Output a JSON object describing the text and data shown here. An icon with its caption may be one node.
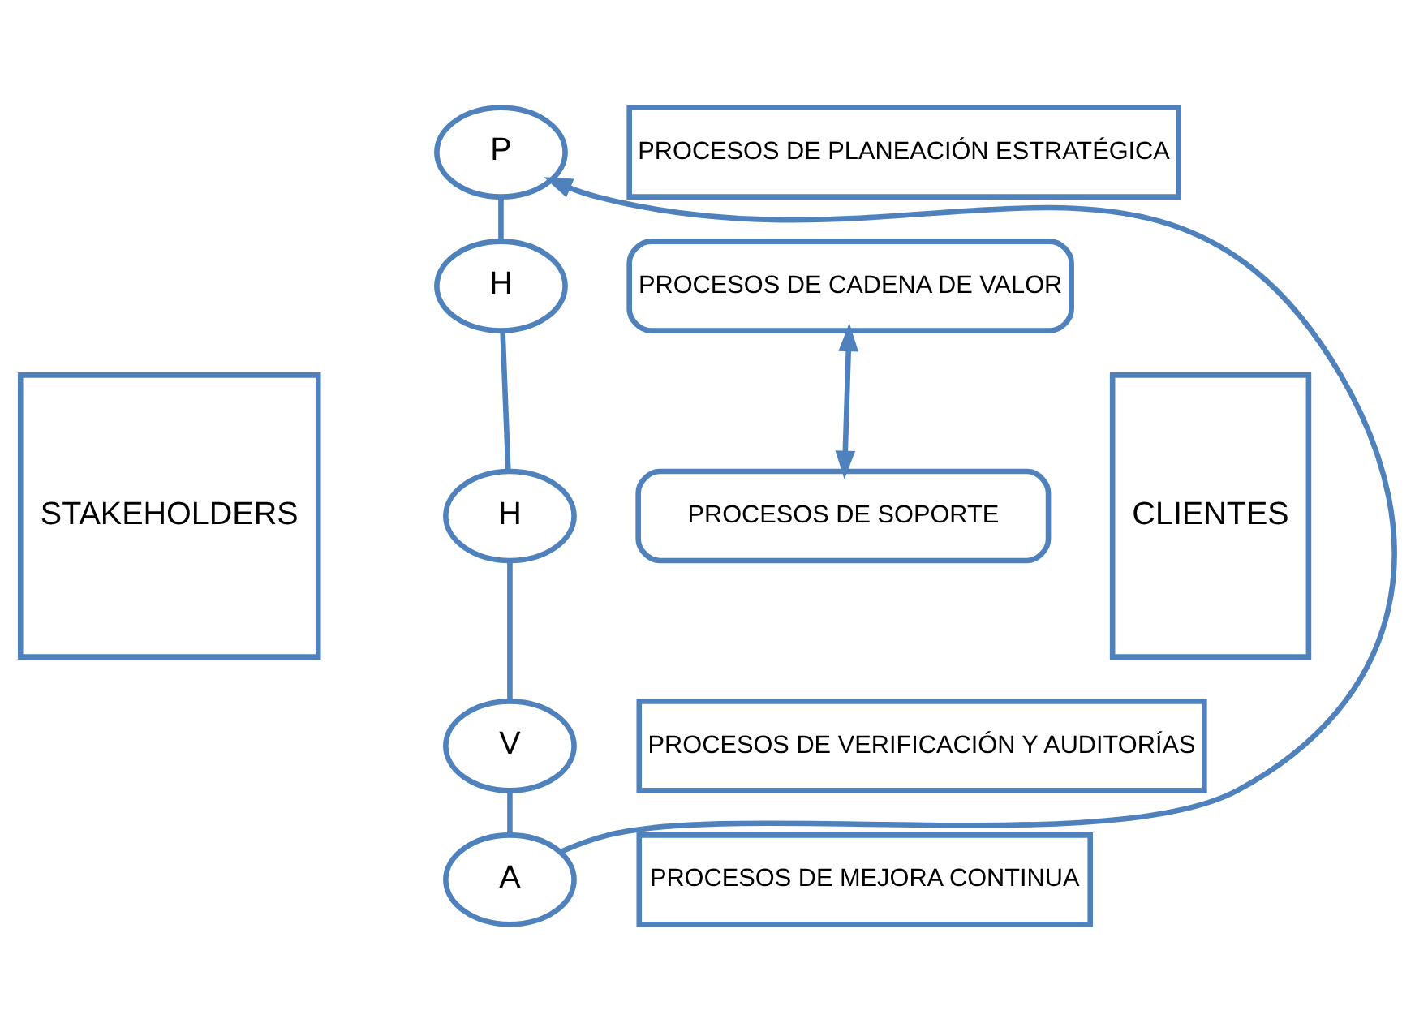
{
  "diagram": {
    "nodes": [
      {
        "text": [
          "STAKEHOLDERS"
        ]
      },
      {
        "text": [
          "P"
        ]
      },
      {
        "text": [
          "H"
        ]
      },
      {
        "text": [
          "H"
        ]
      },
      {
        "text": [
          "V"
        ]
      },
      {
        "text": [
          "A"
        ]
      },
      {
        "text": [
          "PROCESOS DE PLANEACIÓN ESTRATÉGICA"
        ]
      },
      {
        "text": [
          "PROCESOS DE CADENA DE VALOR"
        ]
      },
      {
        "text": [
          "PROCESOS DE SOPORTE"
        ]
      },
      {
        "text": [
          "PROCESOS DE VERIFICACIÓN Y AUDITORÍAS"
        ]
      },
      {
        "text": [
          "PROCESOS DE MEJORA CONTINUA"
        ]
      },
      {
        "text": [
          "CLIENTES"
        ]
      }
    ],
    "edges": [
      {
        "from": 1,
        "to": 2,
        "arrow": "none"
      },
      {
        "from": 2,
        "to": 3,
        "arrow": "none"
      },
      {
        "from": 3,
        "to": 4,
        "arrow": "none"
      },
      {
        "from": 4,
        "to": 5,
        "arrow": "none"
      },
      {
        "from": 5,
        "to": 1,
        "arrow": "to"
      },
      {
        "from": 7,
        "to": 8,
        "arrow": "both"
      }
    ]
  }
}
